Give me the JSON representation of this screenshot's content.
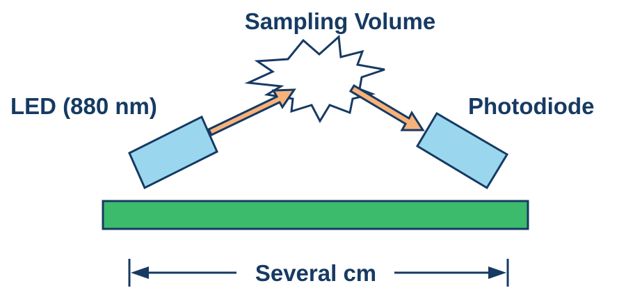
{
  "labels": {
    "sampling_volume": "Sampling Volume",
    "led": "LED (880 nm)",
    "photodiode": "Photodiode",
    "width": "Several cm"
  },
  "colors": {
    "text": "#163a63",
    "outline": "#163a63",
    "component_fill": "#9ad7ee",
    "beam_fill": "#f7b27a",
    "board_fill": "#3dbb6c",
    "sampling_fill": "#ffffff"
  }
}
